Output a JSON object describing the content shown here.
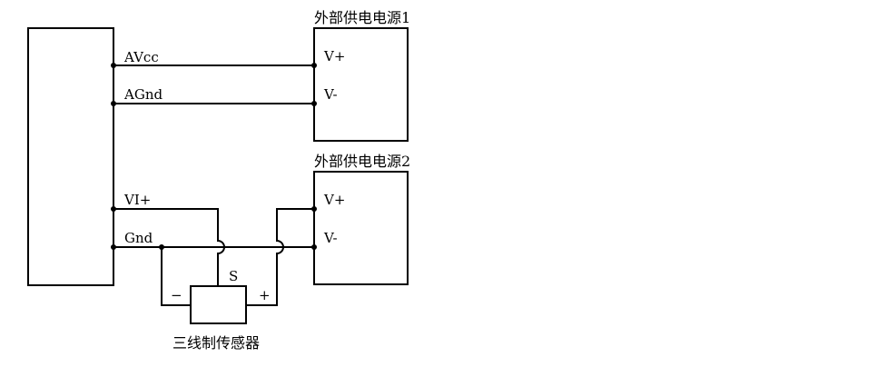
{
  "device": {
    "pins": {
      "avcc": "AVcc",
      "agnd": "AGnd",
      "vi_plus": "VI+",
      "gnd": "Gnd"
    }
  },
  "power_supply_1": {
    "title": "外部供电电源1",
    "v_plus": "V+",
    "v_minus": "V-"
  },
  "power_supply_2": {
    "title": "外部供电电源2",
    "v_plus": "V+",
    "v_minus": "V-"
  },
  "sensor": {
    "signal": "S",
    "minus": "−",
    "plus": "+",
    "caption": "三线制传感器"
  }
}
